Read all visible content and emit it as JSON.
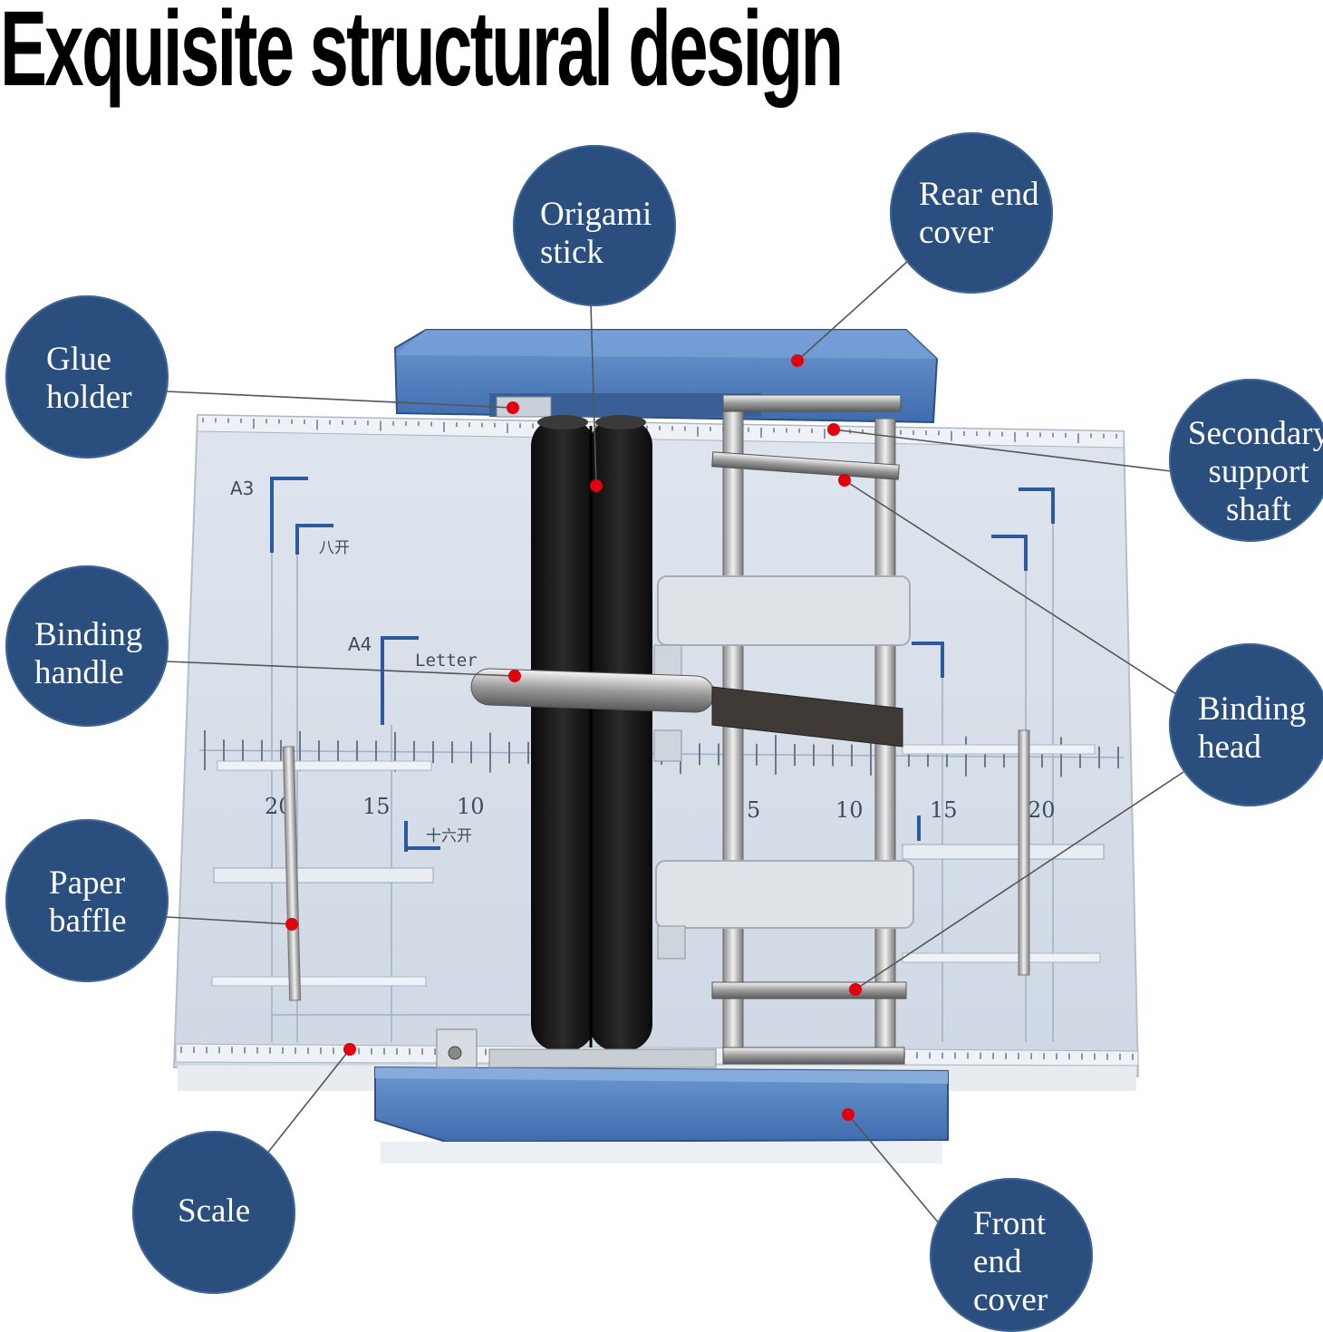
{
  "title": "Exquisite structural design",
  "colors": {
    "callout_fill": "#2a4f7e",
    "cover_blue": "#4f7fc0",
    "roller_black": "#161616",
    "board_grey": "#d7dfe9",
    "guide_blue": "#2c5aa0",
    "marker_red": "#e0000f"
  },
  "board_print": {
    "size_marks": [
      "A3",
      "八开",
      "A4",
      "Letter",
      "十六开"
    ],
    "scale_left": [
      "20",
      "15",
      "10"
    ],
    "scale_right": [
      "5",
      "10",
      "15",
      "20"
    ]
  },
  "callouts": [
    {
      "id": "origami-stick",
      "text": "Origami\nstick"
    },
    {
      "id": "rear-end-cover",
      "text": "Rear end\ncover"
    },
    {
      "id": "glue-holder",
      "text": "Glue\nholder"
    },
    {
      "id": "secondary-support-shaft",
      "text": "Secondary\nsupport\nshaft"
    },
    {
      "id": "binding-handle",
      "text": "Binding\nhandle"
    },
    {
      "id": "binding-head",
      "text": "Binding\nhead"
    },
    {
      "id": "paper-baffle",
      "text": "Paper\nbaffle"
    },
    {
      "id": "scale",
      "text": "Scale"
    },
    {
      "id": "front-end-cover",
      "text": "Front\nend\ncover"
    }
  ]
}
